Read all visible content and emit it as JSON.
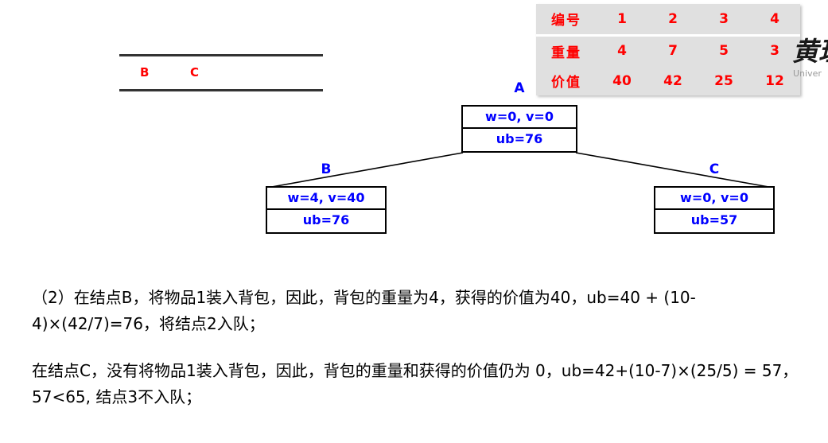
{
  "item_table": {
    "rows": [
      {
        "header": "编号",
        "values": [
          "1",
          "2",
          "3",
          "4"
        ]
      },
      {
        "header": "重量",
        "values": [
          "4",
          "7",
          "5",
          "3"
        ]
      },
      {
        "header": "价值",
        "values": [
          "40",
          "42",
          "25",
          "12"
        ]
      }
    ],
    "text_color": "#ff0000",
    "background_color": "#e0e0e0"
  },
  "watermark": {
    "cjk": "黄理",
    "subtitle": "Univer"
  },
  "queue": {
    "items": [
      "B",
      "C"
    ],
    "item_color": "#ff0000"
  },
  "tree": {
    "label_color": "#0000ff",
    "nodes": [
      {
        "id": "A",
        "label": "A",
        "wv": "w=0, v=0",
        "ub": "ub=76"
      },
      {
        "id": "B",
        "label": "B",
        "wv": "w=4, v=40",
        "ub": "ub=76"
      },
      {
        "id": "C",
        "label": "C",
        "wv": "w=0, v=0",
        "ub": "ub=57"
      }
    ]
  },
  "prose": {
    "paragraph1": "（2）在结点B，将物品1装入背包，因此，背包的重量为4，获得的价值为40，ub=40 + (10-4)×(42/7)=76，将结点2入队；",
    "paragraph2": "在结点C，没有将物品1装入背包，因此，背包的重量和获得的价值仍为 0，ub=42+(10-7)×(25/5) = 57，57<65, 结点3不入队；"
  }
}
